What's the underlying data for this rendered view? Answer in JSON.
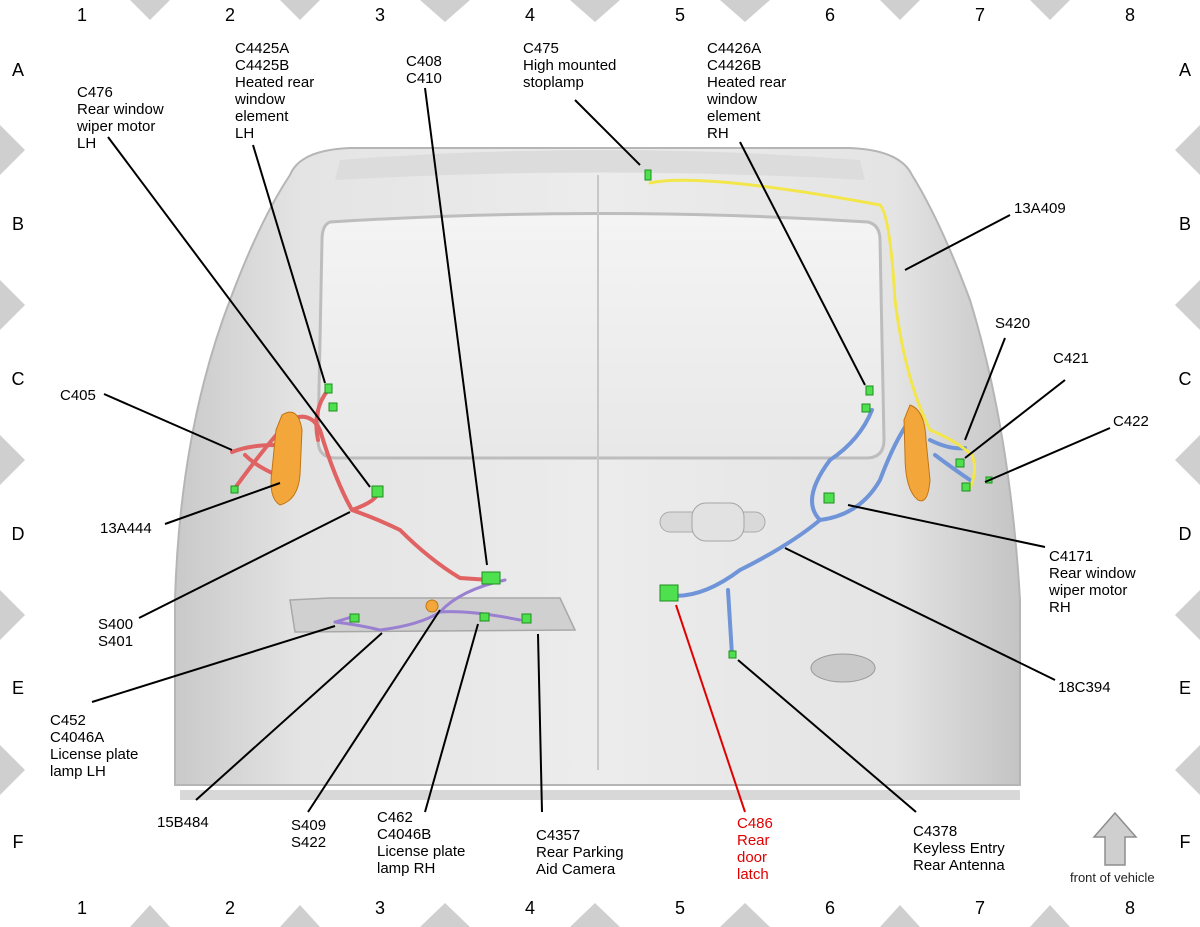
{
  "grid": {
    "columns": [
      "1",
      "2",
      "3",
      "4",
      "5",
      "6",
      "7",
      "8"
    ],
    "rows": [
      "A",
      "B",
      "C",
      "D",
      "E",
      "F"
    ]
  },
  "labels": {
    "c476": "C476\nRear window\nwiper motor\nLH",
    "c4425": "C4425A\nC4425B\nHeated rear\nwindow\nelement\nLH",
    "c408": "C408\nC410",
    "c475": "C475\nHigh mounted\nstoplamp",
    "c4426": "C4426A\nC4426B\nHeated rear\nwindow\nelement\nRH",
    "w13a409": "13A409",
    "s420": "S420",
    "c421": "C421",
    "c422": "C422",
    "c405": "C405",
    "w13a444": "13A444",
    "s400": "S400\nS401",
    "c4171": "C4171\nRear window\nwiper motor\nRH",
    "w18c394": "18C394",
    "c452": "C452\nC4046A\nLicense plate\nlamp LH",
    "w15b484": "15B484",
    "s409": "S409\nS422",
    "c462": "C462\nC4046B\nLicense plate\nlamp RH",
    "c4357": "C4357\nRear Parking\nAid Camera",
    "c486": "C486\nRear\ndoor\nlatch",
    "c4378": "C4378\nKeyless Entry\nRear Antenna"
  },
  "front_of_vehicle": "front of vehicle",
  "colors": {
    "harness_red": "#e06262",
    "harness_blue": "#6f94d8",
    "harness_yellow": "#f2e64a",
    "harness_purple": "#9a80d0",
    "connector_green": "#4ee04e",
    "latch_orange": "#f3a73a",
    "highlight_red": "#e00000"
  }
}
